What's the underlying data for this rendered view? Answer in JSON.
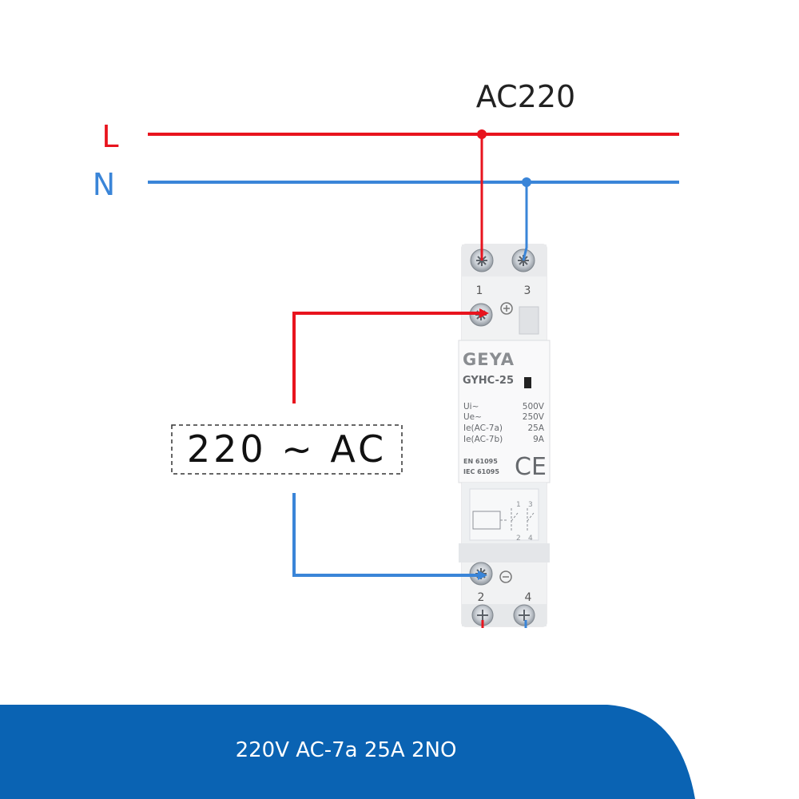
{
  "diagram": {
    "supply_label": "AC220",
    "line_label": "L",
    "neutral_label": "N",
    "coil_label": "220 ~ AC"
  },
  "device": {
    "brand": "GEYA",
    "model": "GYHC-25",
    "terminals": {
      "t1": "1",
      "t2": "2",
      "t3": "3",
      "t4": "4"
    },
    "ratings": [
      {
        "label": "Ui~",
        "value": "500V"
      },
      {
        "label": "Ue~",
        "value": "250V"
      },
      {
        "label": "Ie(AC-7a)",
        "value": "25A"
      },
      {
        "label": "Ie(AC-7b)",
        "value": "9A"
      }
    ],
    "standards": [
      "EN 61095",
      "IEC 61095"
    ],
    "ce_mark": "CE",
    "schematic_numbers": {
      "n1": "1",
      "n2": "2",
      "n3": "3",
      "n4": "4"
    }
  },
  "footer": {
    "caption": "220V AC-7a 25A 2NO"
  },
  "colors": {
    "line": "#e8141e",
    "neutral": "#3a85d8",
    "footer": "#0a63b3"
  }
}
